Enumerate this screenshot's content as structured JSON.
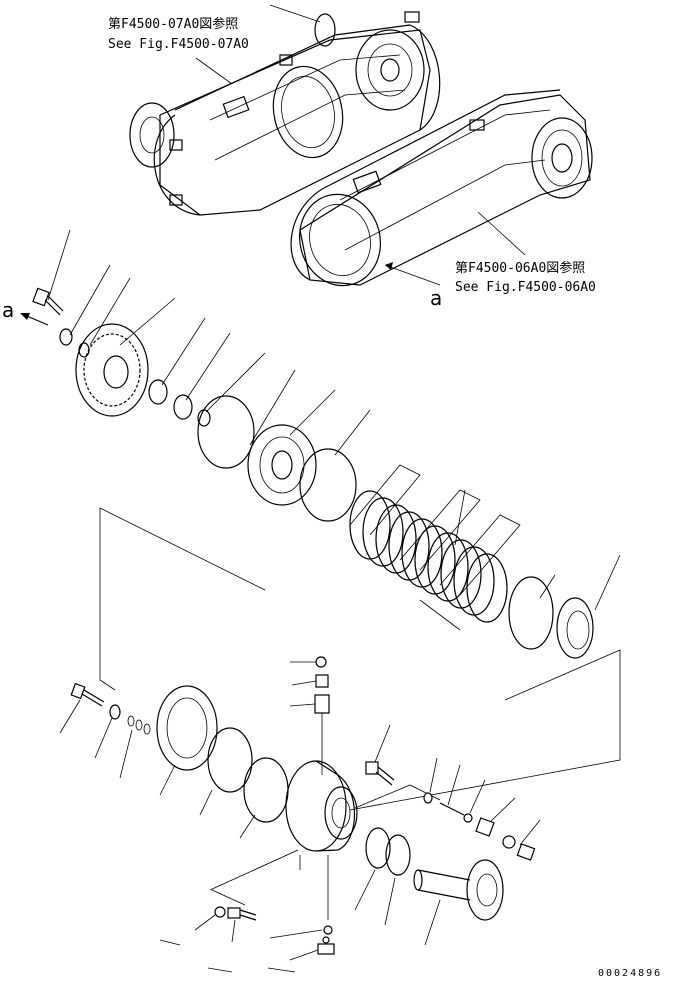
{
  "references": {
    "top_jp": "第F4500-07A0図参照",
    "top_en": "See Fig.F4500-07A0",
    "right_jp": "第F4500-06A0図参照",
    "right_en": "See Fig.F4500-06A0"
  },
  "labels": {
    "left_a": "a",
    "right_a": "a"
  },
  "drawing_code": "00024896"
}
